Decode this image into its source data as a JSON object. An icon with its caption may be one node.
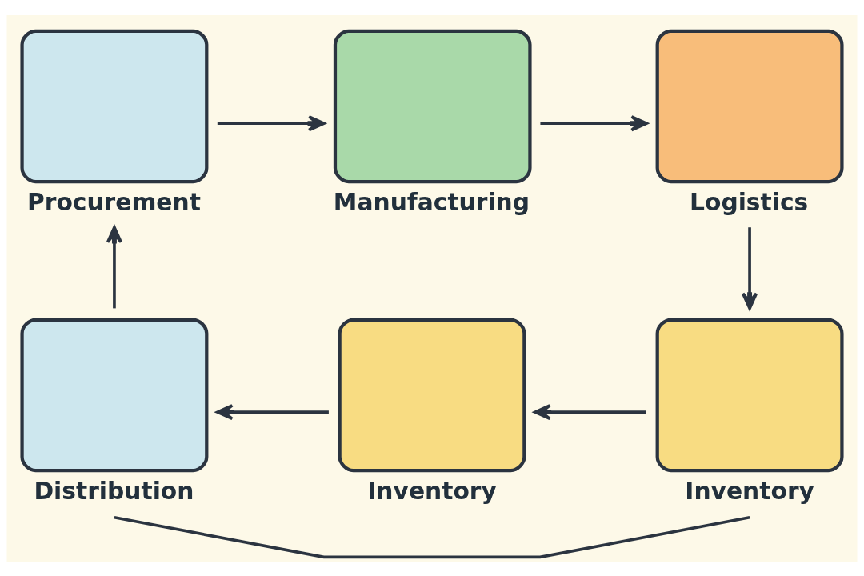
{
  "diagram": {
    "nodes": [
      {
        "text": [
          "Procurement"
        ]
      },
      {
        "text": [
          "Manufacturing"
        ]
      },
      {
        "text": [
          "Logistics"
        ]
      },
      {
        "text": [
          "Distribution"
        ]
      },
      {
        "text": [
          "Inventory"
        ]
      },
      {
        "text": [
          "Inventory"
        ]
      }
    ],
    "edges": [
      {
        "from": 0,
        "to": 1,
        "arrow": "to"
      },
      {
        "from": 1,
        "to": 2,
        "arrow": "to"
      },
      {
        "from": 2,
        "to": 5,
        "arrow": "to"
      },
      {
        "from": 5,
        "to": 4,
        "arrow": "to"
      },
      {
        "from": 4,
        "to": 3,
        "arrow": "to"
      },
      {
        "from": 3,
        "to": 0,
        "arrow": "to"
      },
      {
        "from": 3,
        "to": 5,
        "arrow": "none"
      }
    ]
  }
}
